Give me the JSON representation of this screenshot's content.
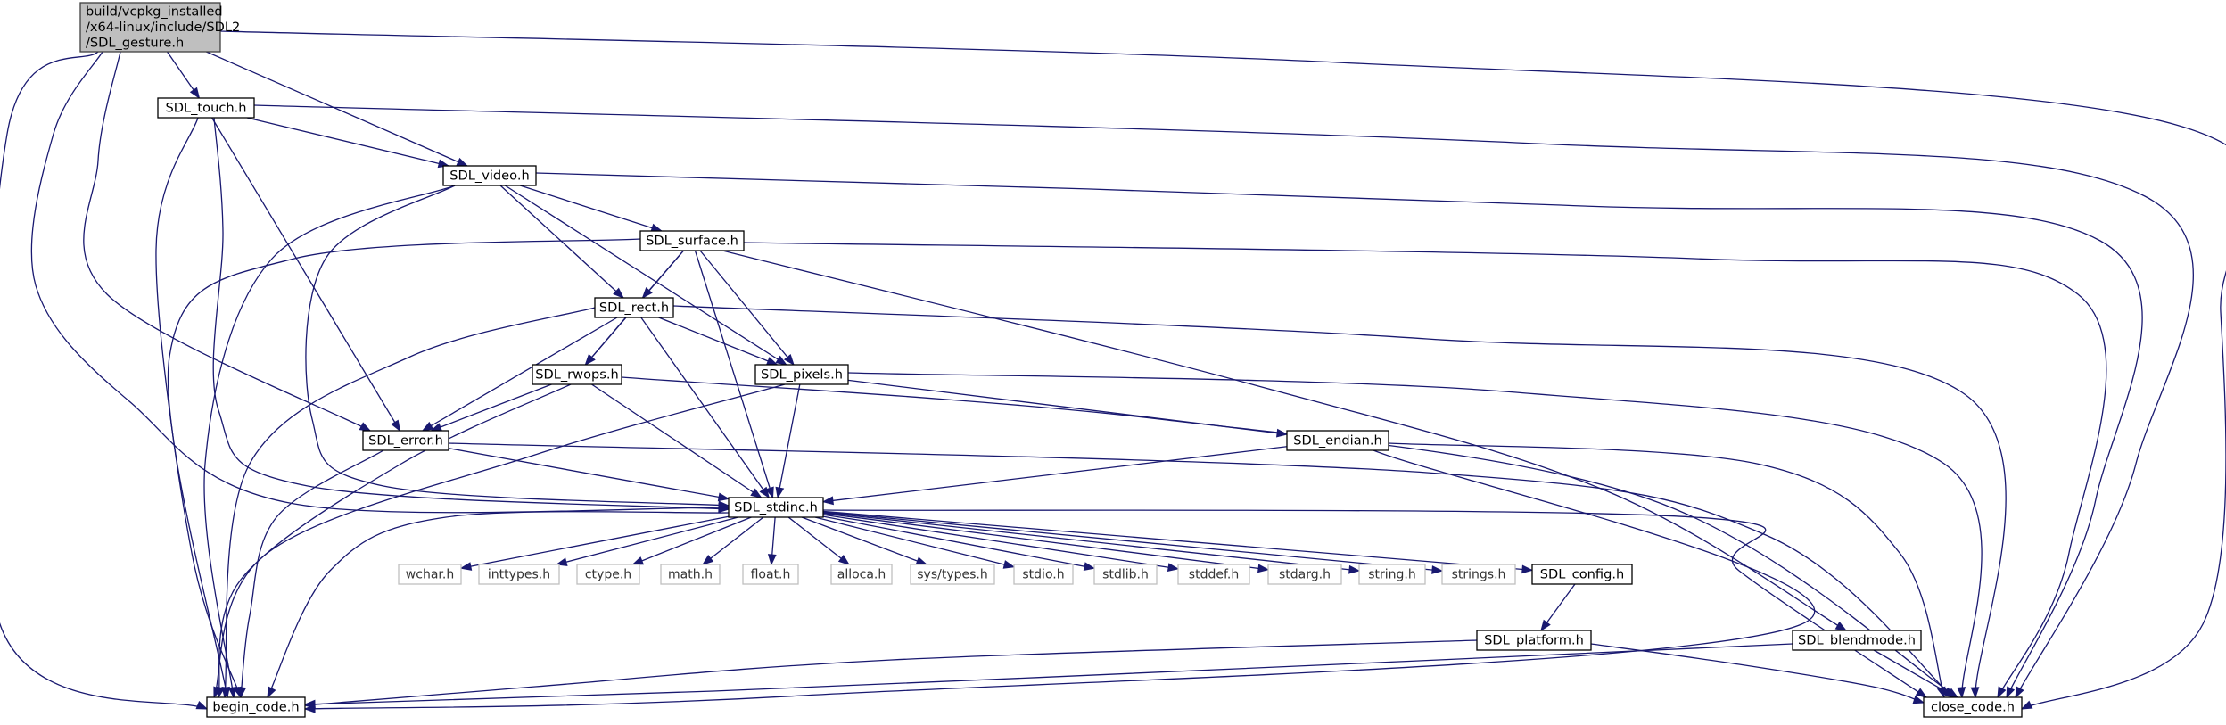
{
  "diagram": {
    "colors": {
      "edge": "#191970",
      "root_fill": "#bfbfbf",
      "root_border": "#404040",
      "documented_border": "#000000",
      "external_border": "#bfbfbf",
      "background": "#ffffff"
    },
    "nodes": [
      {
        "id": "root",
        "kind": "main",
        "lines": [
          "build/vcpkg_installed",
          "/x64-linux/include/SDL2",
          "/SDL_gesture.h"
        ]
      },
      {
        "id": "touch",
        "kind": "doc",
        "lines": [
          "SDL_touch.h"
        ]
      },
      {
        "id": "video",
        "kind": "doc",
        "lines": [
          "SDL_video.h"
        ]
      },
      {
        "id": "surface",
        "kind": "doc",
        "lines": [
          "SDL_surface.h"
        ]
      },
      {
        "id": "rect",
        "kind": "doc",
        "lines": [
          "SDL_rect.h"
        ]
      },
      {
        "id": "rwops",
        "kind": "doc",
        "lines": [
          "SDL_rwops.h"
        ]
      },
      {
        "id": "pixels",
        "kind": "doc",
        "lines": [
          "SDL_pixels.h"
        ]
      },
      {
        "id": "error",
        "kind": "doc",
        "lines": [
          "SDL_error.h"
        ]
      },
      {
        "id": "endian",
        "kind": "doc",
        "lines": [
          "SDL_endian.h"
        ]
      },
      {
        "id": "stdinc",
        "kind": "doc",
        "lines": [
          "SDL_stdinc.h"
        ]
      },
      {
        "id": "wchar",
        "kind": "sys",
        "lines": [
          "wchar.h"
        ]
      },
      {
        "id": "inttypes",
        "kind": "sys",
        "lines": [
          "inttypes.h"
        ]
      },
      {
        "id": "ctype",
        "kind": "sys",
        "lines": [
          "ctype.h"
        ]
      },
      {
        "id": "math",
        "kind": "sys",
        "lines": [
          "math.h"
        ]
      },
      {
        "id": "float",
        "kind": "sys",
        "lines": [
          "float.h"
        ]
      },
      {
        "id": "alloca",
        "kind": "sys",
        "lines": [
          "alloca.h"
        ]
      },
      {
        "id": "systypes",
        "kind": "sys",
        "lines": [
          "sys/types.h"
        ]
      },
      {
        "id": "stdio",
        "kind": "sys",
        "lines": [
          "stdio.h"
        ]
      },
      {
        "id": "stdlib",
        "kind": "sys",
        "lines": [
          "stdlib.h"
        ]
      },
      {
        "id": "stddef",
        "kind": "sys",
        "lines": [
          "stddef.h"
        ]
      },
      {
        "id": "stdarg",
        "kind": "sys",
        "lines": [
          "stdarg.h"
        ]
      },
      {
        "id": "string",
        "kind": "sys",
        "lines": [
          "string.h"
        ]
      },
      {
        "id": "strings",
        "kind": "sys",
        "lines": [
          "strings.h"
        ]
      },
      {
        "id": "config",
        "kind": "doc",
        "lines": [
          "SDL_config.h"
        ]
      },
      {
        "id": "platform",
        "kind": "doc",
        "lines": [
          "SDL_platform.h"
        ]
      },
      {
        "id": "blendmode",
        "kind": "doc",
        "lines": [
          "SDL_blendmode.h"
        ]
      },
      {
        "id": "begin",
        "kind": "doc",
        "lines": [
          "begin_code.h"
        ]
      },
      {
        "id": "close",
        "kind": "doc",
        "lines": [
          "close_code.h"
        ]
      }
    ],
    "edges": [
      [
        "root",
        "touch"
      ],
      [
        "root",
        "video"
      ],
      [
        "root",
        "error"
      ],
      [
        "root",
        "stdinc"
      ],
      [
        "root",
        "begin"
      ],
      [
        "root",
        "close"
      ],
      [
        "touch",
        "video"
      ],
      [
        "touch",
        "error"
      ],
      [
        "touch",
        "stdinc"
      ],
      [
        "touch",
        "begin"
      ],
      [
        "touch",
        "close"
      ],
      [
        "video",
        "surface"
      ],
      [
        "video",
        "rect"
      ],
      [
        "video",
        "pixels"
      ],
      [
        "video",
        "stdinc"
      ],
      [
        "video",
        "begin"
      ],
      [
        "video",
        "close"
      ],
      [
        "surface",
        "rect"
      ],
      [
        "surface",
        "rwops"
      ],
      [
        "surface",
        "pixels"
      ],
      [
        "surface",
        "stdinc"
      ],
      [
        "surface",
        "blendmode"
      ],
      [
        "surface",
        "begin"
      ],
      [
        "surface",
        "close"
      ],
      [
        "rect",
        "rwops"
      ],
      [
        "rect",
        "pixels"
      ],
      [
        "rect",
        "error"
      ],
      [
        "rect",
        "stdinc"
      ],
      [
        "rect",
        "begin"
      ],
      [
        "rect",
        "close"
      ],
      [
        "rwops",
        "error"
      ],
      [
        "rwops",
        "stdinc"
      ],
      [
        "rwops",
        "begin"
      ],
      [
        "rwops",
        "close"
      ],
      [
        "pixels",
        "endian"
      ],
      [
        "pixels",
        "stdinc"
      ],
      [
        "pixels",
        "begin"
      ],
      [
        "pixels",
        "close"
      ],
      [
        "error",
        "stdinc"
      ],
      [
        "error",
        "begin"
      ],
      [
        "error",
        "close"
      ],
      [
        "endian",
        "stdinc"
      ],
      [
        "endian",
        "begin"
      ],
      [
        "endian",
        "close"
      ],
      [
        "stdinc",
        "wchar"
      ],
      [
        "stdinc",
        "inttypes"
      ],
      [
        "stdinc",
        "ctype"
      ],
      [
        "stdinc",
        "math"
      ],
      [
        "stdinc",
        "float"
      ],
      [
        "stdinc",
        "alloca"
      ],
      [
        "stdinc",
        "systypes"
      ],
      [
        "stdinc",
        "stdio"
      ],
      [
        "stdinc",
        "stdlib"
      ],
      [
        "stdinc",
        "stddef"
      ],
      [
        "stdinc",
        "stdarg"
      ],
      [
        "stdinc",
        "string"
      ],
      [
        "stdinc",
        "strings"
      ],
      [
        "stdinc",
        "config"
      ],
      [
        "stdinc",
        "begin"
      ],
      [
        "stdinc",
        "close"
      ],
      [
        "config",
        "platform"
      ],
      [
        "platform",
        "begin"
      ],
      [
        "platform",
        "close"
      ],
      [
        "blendmode",
        "begin"
      ],
      [
        "blendmode",
        "close"
      ]
    ]
  }
}
